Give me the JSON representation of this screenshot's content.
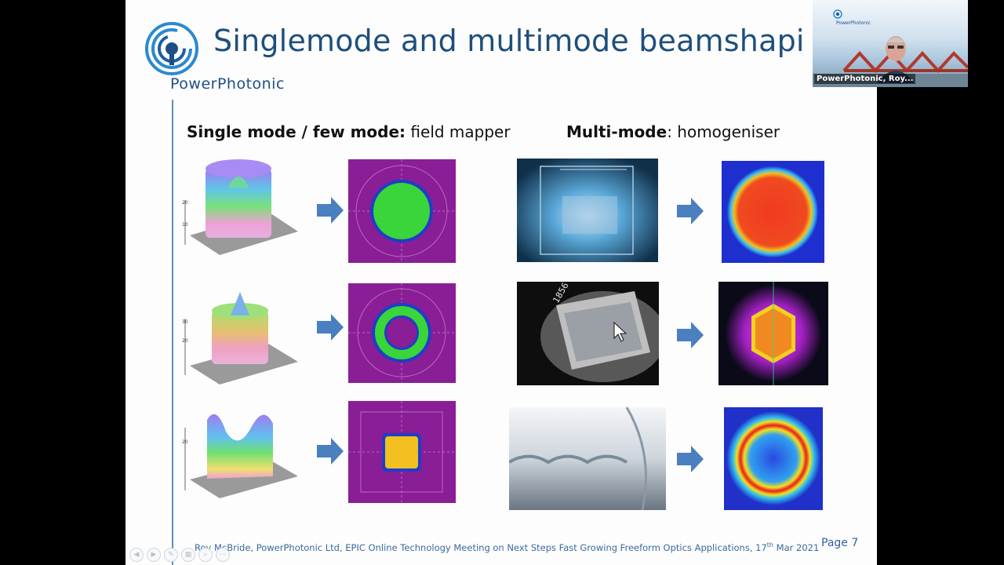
{
  "slide": {
    "title": "Singlemode and multimode beamshapi",
    "logo_text": "PowerPhotonic",
    "left_heading_bold": "Single mode / few mode:",
    "left_heading_rest": " field mapper",
    "right_heading_bold": "Multi-mode",
    "right_heading_rest": ": homogeniser",
    "footer_main": "Roy McBride, PowerPhotonic Ltd, EPIC Online Technology Meeting on Next Steps Fast Growing Freeform Optics Applications, 17",
    "footer_sup": "th",
    "footer_end": " Mar 2021",
    "page_number": "Page 7",
    "accent_color": "#1e4f7b",
    "arrow_color": "#4a7fc0"
  },
  "video": {
    "participant_name": "PowerPhotonic, Roy...",
    "logo_text": "PowerPhotonic"
  },
  "nav": {
    "icons": [
      "prev-icon",
      "next-icon",
      "pen-icon",
      "slides-icon",
      "zoom-icon",
      "more-icon"
    ],
    "glyphs": [
      "◀",
      "▶",
      "✎",
      "▦",
      "⌕",
      "⋯"
    ]
  }
}
